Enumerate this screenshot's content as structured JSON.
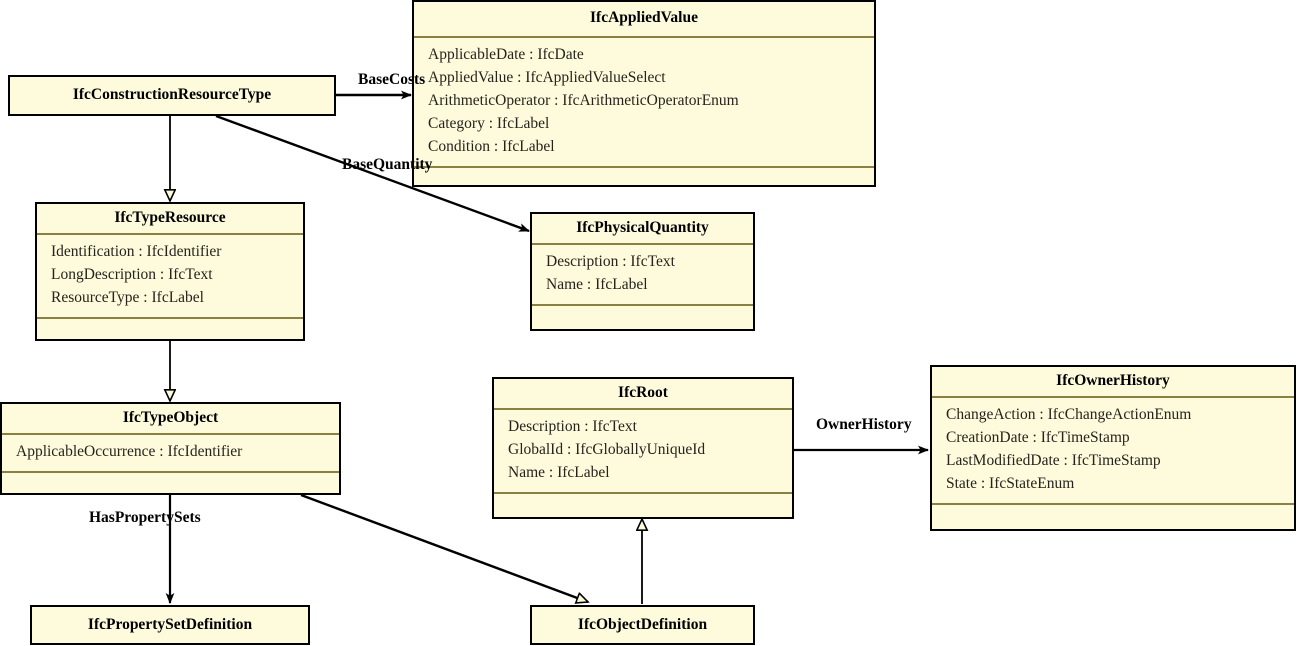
{
  "diagram": {
    "kind": "uml-class-diagram",
    "background": "#ffffff",
    "class_fill": "#fdfbdc",
    "class_border": "#000000",
    "separator_color": "#8a8042",
    "edge_color": "#000000"
  },
  "classes": {
    "applied_value": {
      "name": "IfcAppliedValue",
      "attributes": [
        "ApplicableDate : IfcDate",
        "AppliedValue : IfcAppliedValueSelect",
        "ArithmeticOperator : IfcArithmeticOperatorEnum",
        "Category : IfcLabel",
        "Condition : IfcLabel"
      ]
    },
    "construction_resource_type": {
      "name": "IfcConstructionResourceType",
      "attributes": []
    },
    "type_resource": {
      "name": "IfcTypeResource",
      "attributes": [
        "Identification : IfcIdentifier",
        "LongDescription : IfcText",
        "ResourceType : IfcLabel"
      ]
    },
    "physical_quantity": {
      "name": "IfcPhysicalQuantity",
      "attributes": [
        "Description : IfcText",
        "Name : IfcLabel"
      ]
    },
    "type_object": {
      "name": "IfcTypeObject",
      "attributes": [
        "ApplicableOccurrence : IfcIdentifier"
      ]
    },
    "root": {
      "name": "IfcRoot",
      "attributes": [
        "Description : IfcText",
        "GlobalId : IfcGloballyUniqueId",
        "Name : IfcLabel"
      ]
    },
    "owner_history": {
      "name": "IfcOwnerHistory",
      "attributes": [
        "ChangeAction : IfcChangeActionEnum",
        "CreationDate : IfcTimeStamp",
        "LastModifiedDate : IfcTimeStamp",
        "State : IfcStateEnum"
      ]
    },
    "property_set_definition": {
      "name": "IfcPropertySetDefinition",
      "attributes": []
    },
    "object_definition": {
      "name": "IfcObjectDefinition",
      "attributes": []
    }
  },
  "edges": {
    "base_costs": {
      "label": "BaseCosts",
      "type": "association"
    },
    "base_quantity": {
      "label": "BaseQuantity",
      "type": "association"
    },
    "has_property_sets": {
      "label": "HasPropertySets",
      "type": "association"
    },
    "owner_history": {
      "label": "OwnerHistory",
      "type": "association"
    },
    "crt_generalizes_type_resource": {
      "label": "",
      "type": "generalization"
    },
    "type_resource_generalizes_type_object": {
      "label": "",
      "type": "generalization"
    },
    "type_object_generalizes_object_definition": {
      "label": "",
      "type": "generalization"
    },
    "object_definition_generalizes_root": {
      "label": "",
      "type": "generalization"
    }
  }
}
